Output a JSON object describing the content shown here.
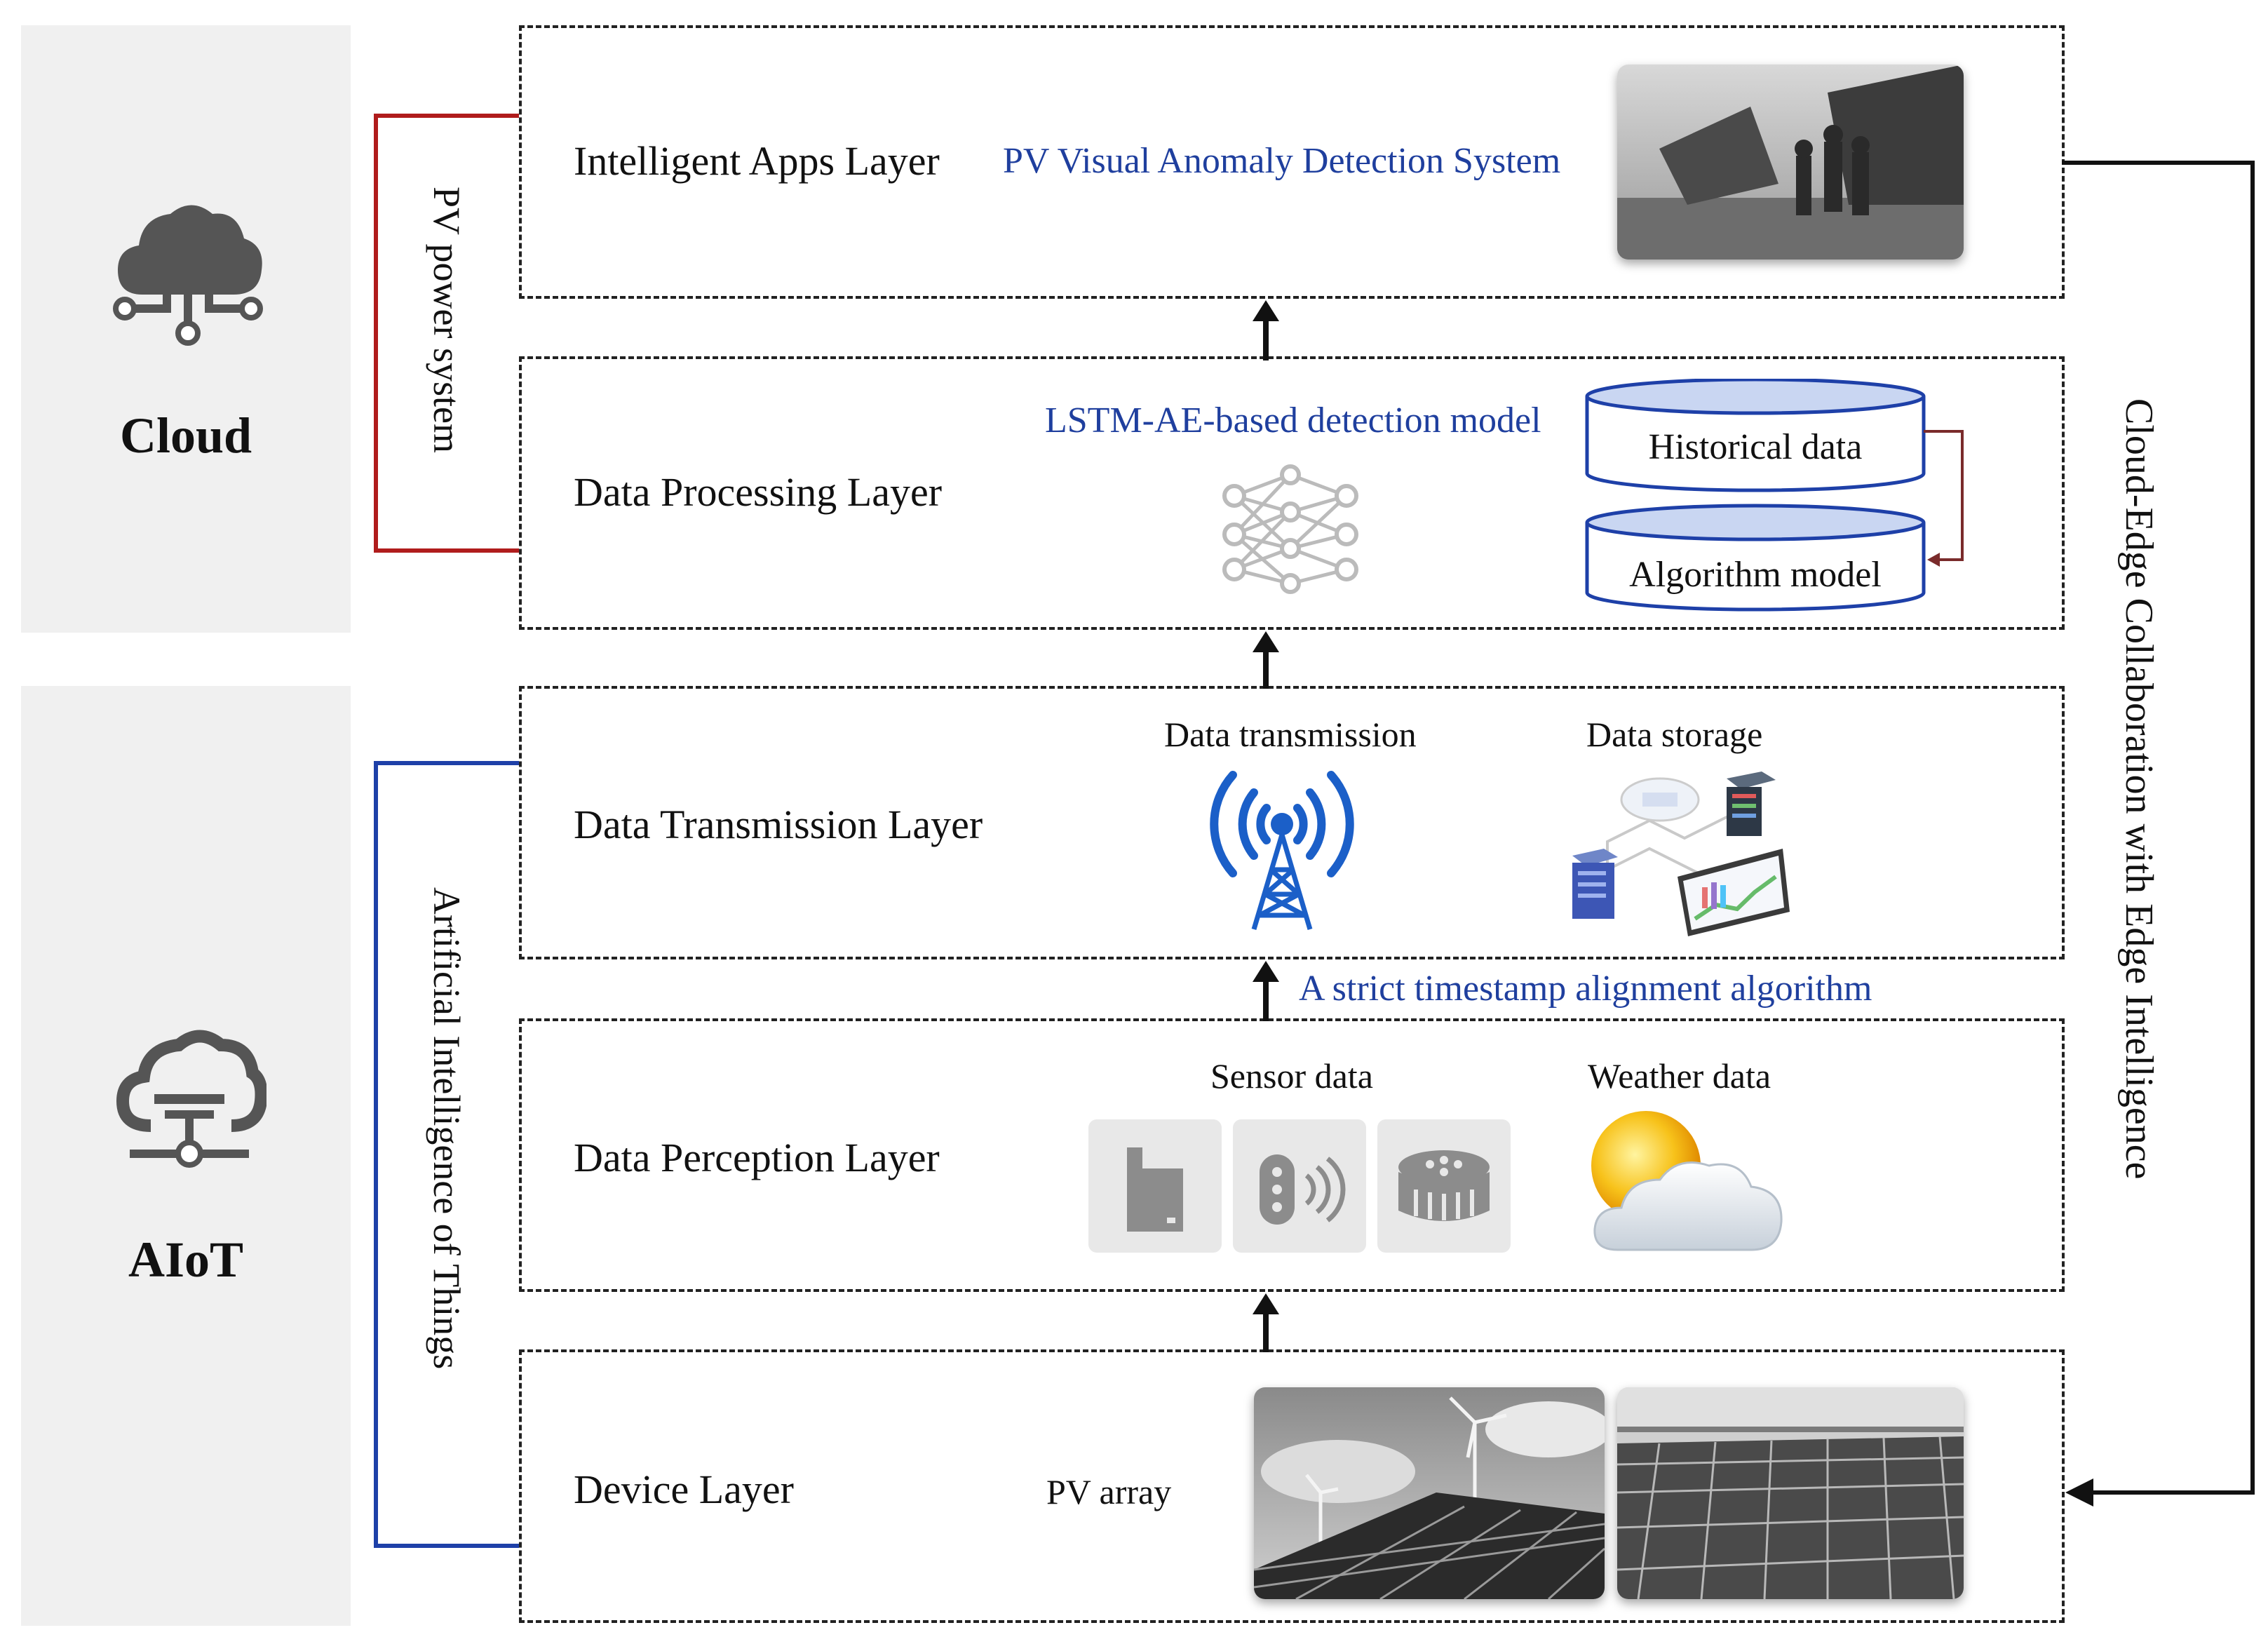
{
  "left_panels": {
    "cloud": {
      "label": "Cloud",
      "icon": "cloud-network-icon"
    },
    "aiot": {
      "label": "AIoT",
      "icon": "cloud-connect-icon"
    }
  },
  "brackets": {
    "pv_power_system": {
      "label": "PV power system",
      "color": "#b01c1c"
    },
    "aiot_full": {
      "label": "Artificial Intelligence of Things",
      "color": "#1e40a8"
    }
  },
  "layers": [
    {
      "title": "Intelligent Apps Layer"
    },
    {
      "title": "Data Processing Layer"
    },
    {
      "title": "Data Transmission Layer"
    },
    {
      "title": "Data Perception Layer"
    },
    {
      "title": "Device Layer"
    }
  ],
  "apps": {
    "system_label": "PV Visual Anomaly Detection System"
  },
  "processing": {
    "model_label": "LSTM-AE-based detection model",
    "historical": "Historical data",
    "algorithm": "Algorithm model"
  },
  "transmission": {
    "transmission_label": "Data transmission",
    "storage_label": "Data storage",
    "alignment_label": "A strict timestamp alignment algorithm"
  },
  "perception": {
    "sensor_label": "Sensor data",
    "weather_label": "Weather data"
  },
  "device": {
    "pv_label": "PV array"
  },
  "right": {
    "label": "Cloud-Edge Collaboration with Edge Intelligence"
  },
  "colors": {
    "accent_blue": "#1f3f9e",
    "bracket_red": "#b01c1c",
    "bracket_blue": "#1e40a8",
    "panel_gray": "#f0f0f0"
  }
}
